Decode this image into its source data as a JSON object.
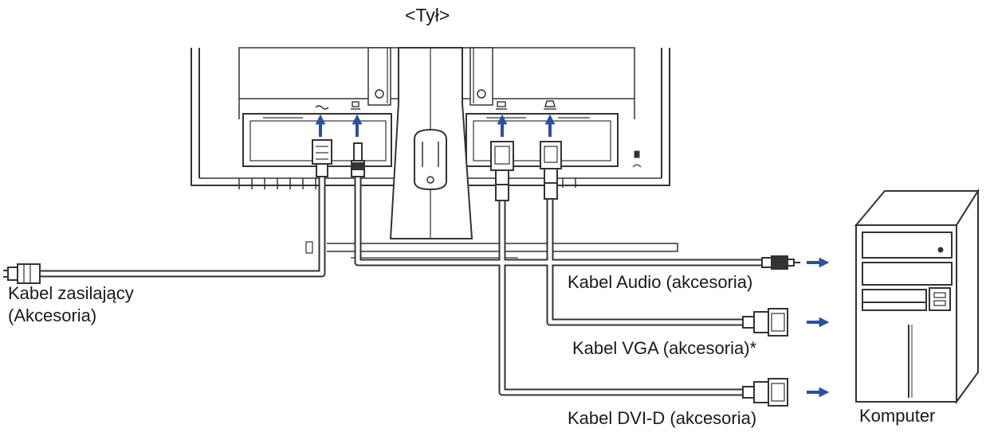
{
  "title": "<Tył>",
  "labels": {
    "power_cable_line1": "Kabel zasilający",
    "power_cable_line2": "(Akcesoria)",
    "audio_cable": "Kabel Audio (akcesoria)",
    "vga_cable": "Kabel VGA (akcesoria)*",
    "dvi_cable": "Kabel DVI-D (akcesoria)",
    "computer": "Komputer"
  },
  "colors": {
    "line": "#333333",
    "arrow": "#2d4fa0",
    "fill": "#ffffff",
    "shade": "#d8d8d8"
  },
  "icons": [
    "power-port-icon",
    "audio-port-icon",
    "dvi-port-icon",
    "vga-port-icon",
    "kensington-lock-icon"
  ]
}
